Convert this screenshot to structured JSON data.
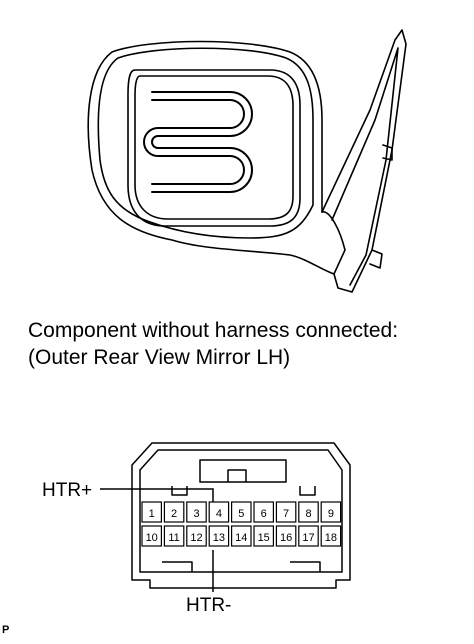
{
  "caption": {
    "line1": "Component without harness connected:",
    "line2": "(Outer Rear View Mirror LH)"
  },
  "connector": {
    "pins_top": [
      "1",
      "2",
      "3",
      "4",
      "5",
      "6",
      "7",
      "8",
      "9"
    ],
    "pins_bottom": [
      "10",
      "11",
      "12",
      "13",
      "14",
      "15",
      "16",
      "17",
      "18"
    ],
    "label_plus": "HTR+",
    "label_minus": "HTR-"
  },
  "ref_code": "P"
}
